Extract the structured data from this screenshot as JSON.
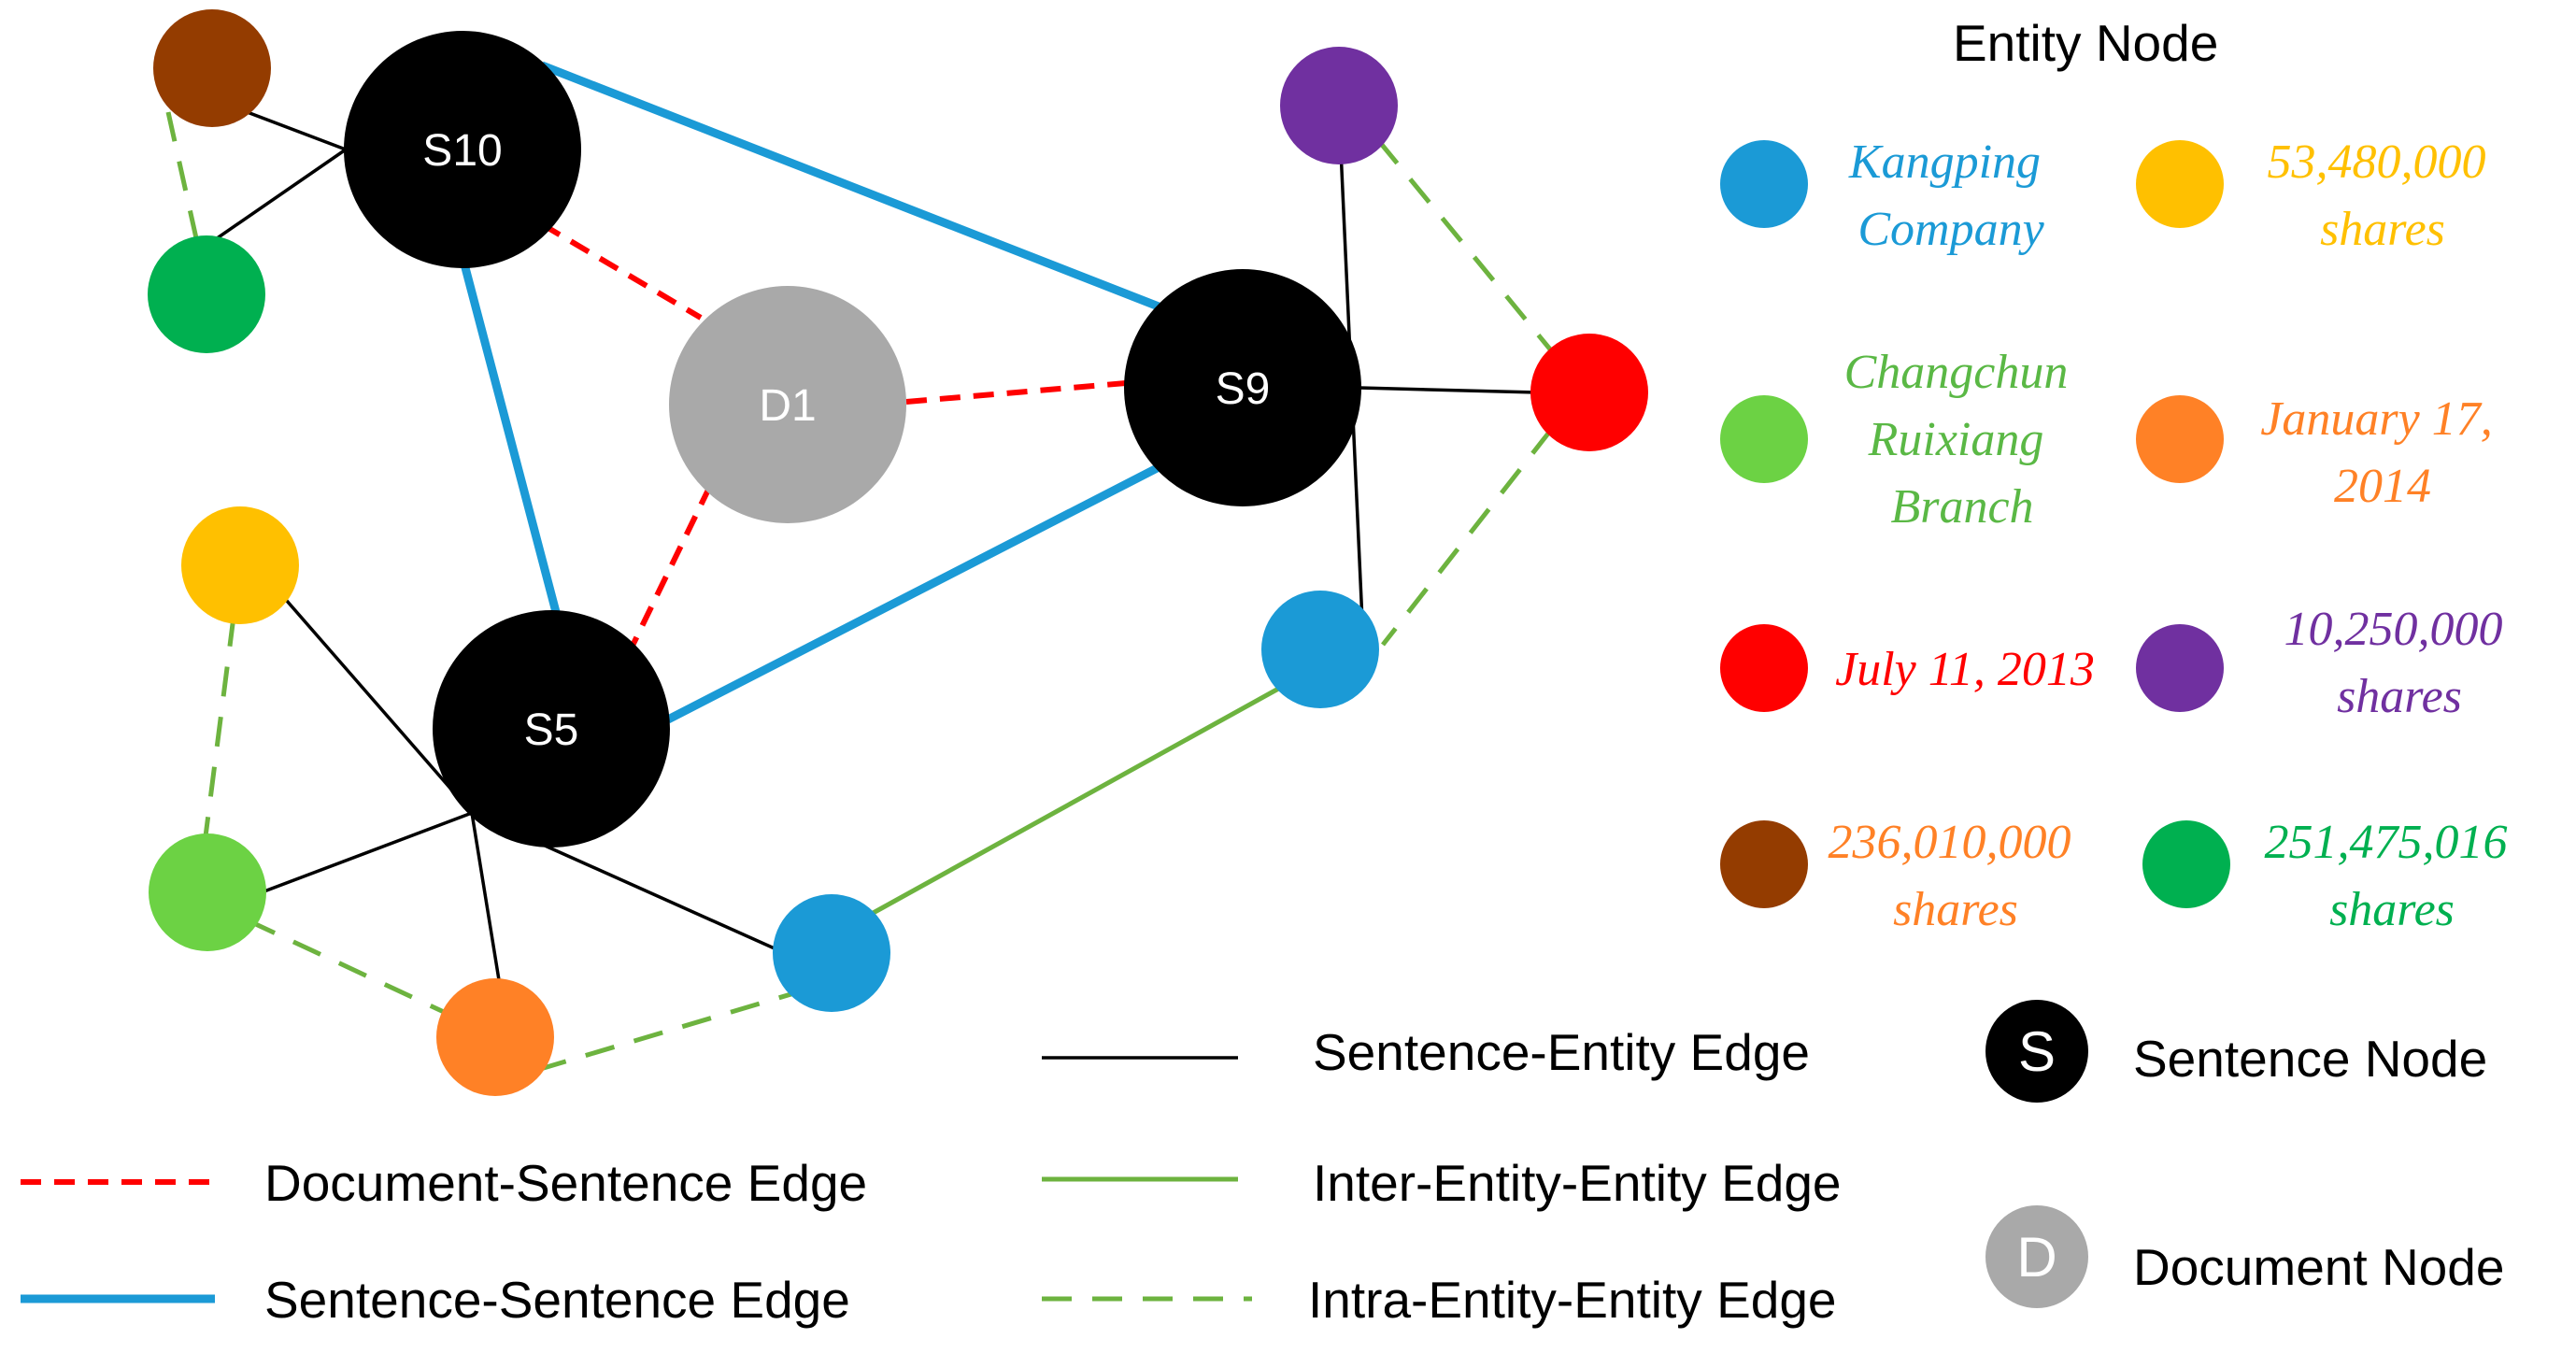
{
  "colors": {
    "sentence": "#000000",
    "document": "#a9a9a9",
    "kangping": "#1b9ad6",
    "changchun": "#6cd244",
    "july": "#ff0000",
    "brown": "#943c00",
    "yellow": "#ffc000",
    "orange": "#ff8126",
    "purple": "#7030a0",
    "green": "#00b050",
    "red_dash": "#ff0000",
    "blue_edge": "#1b9ad6",
    "green_edge": "#6db33f",
    "black_edge": "#000000"
  },
  "nodes": {
    "s10": "S10",
    "s9": "S9",
    "s5": "S5",
    "d1": "D1"
  },
  "legend": {
    "title": "Entity Node",
    "entities": {
      "kangping": [
        "Kangping",
        "Company"
      ],
      "changchun": [
        "Changchun",
        "Ruixiang",
        "Branch"
      ],
      "july": [
        "July 11, 2013"
      ],
      "brown_shares": [
        "236,010,000",
        "shares"
      ],
      "yellow_shares": [
        "53,480,000",
        "shares"
      ],
      "january": [
        "January 17,",
        "2014"
      ],
      "purple_shares": [
        "10,250,000",
        "shares"
      ],
      "green_shares": [
        "251,475,016",
        "shares"
      ]
    },
    "sentence_node": {
      "glyph": "S",
      "label": "Sentence Node"
    },
    "document_node": {
      "glyph": "D",
      "label": "Document Node"
    },
    "edges": {
      "document_sentence": "Document-Sentence Edge",
      "sentence_sentence": "Sentence-Sentence Edge",
      "sentence_entity": "Sentence-Entity Edge",
      "inter_entity": "Inter-Entity-Entity Edge",
      "intra_entity": "Intra-Entity-Entity Edge"
    }
  }
}
